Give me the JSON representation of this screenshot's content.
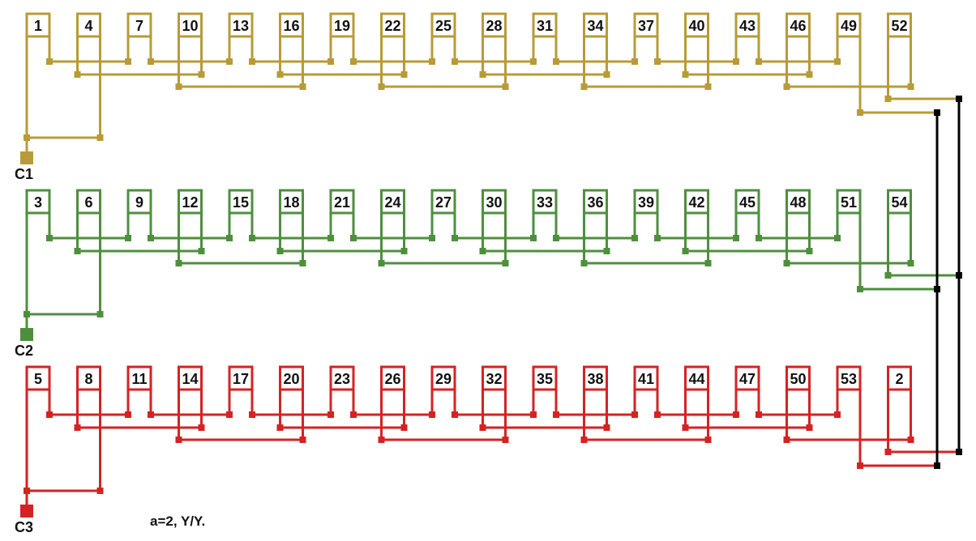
{
  "diagram": {
    "caption": "a=2, Y/Y.",
    "star_color": "#000000",
    "phases": [
      {
        "terminal": "C1",
        "color": "#b89b38",
        "coils": [
          "1",
          "4",
          "7",
          "10",
          "13",
          "16",
          "19",
          "22",
          "25",
          "28",
          "31",
          "34",
          "37",
          "40",
          "43",
          "46",
          "49",
          "52"
        ]
      },
      {
        "terminal": "C2",
        "color": "#4e8f3e",
        "coils": [
          "3",
          "6",
          "9",
          "12",
          "15",
          "18",
          "21",
          "24",
          "27",
          "30",
          "33",
          "36",
          "39",
          "42",
          "45",
          "48",
          "51",
          "54"
        ]
      },
      {
        "terminal": "C3",
        "color": "#d42323",
        "coils": [
          "5",
          "8",
          "11",
          "14",
          "17",
          "20",
          "23",
          "26",
          "29",
          "32",
          "35",
          "38",
          "41",
          "44",
          "47",
          "50",
          "53",
          "2"
        ]
      }
    ]
  }
}
